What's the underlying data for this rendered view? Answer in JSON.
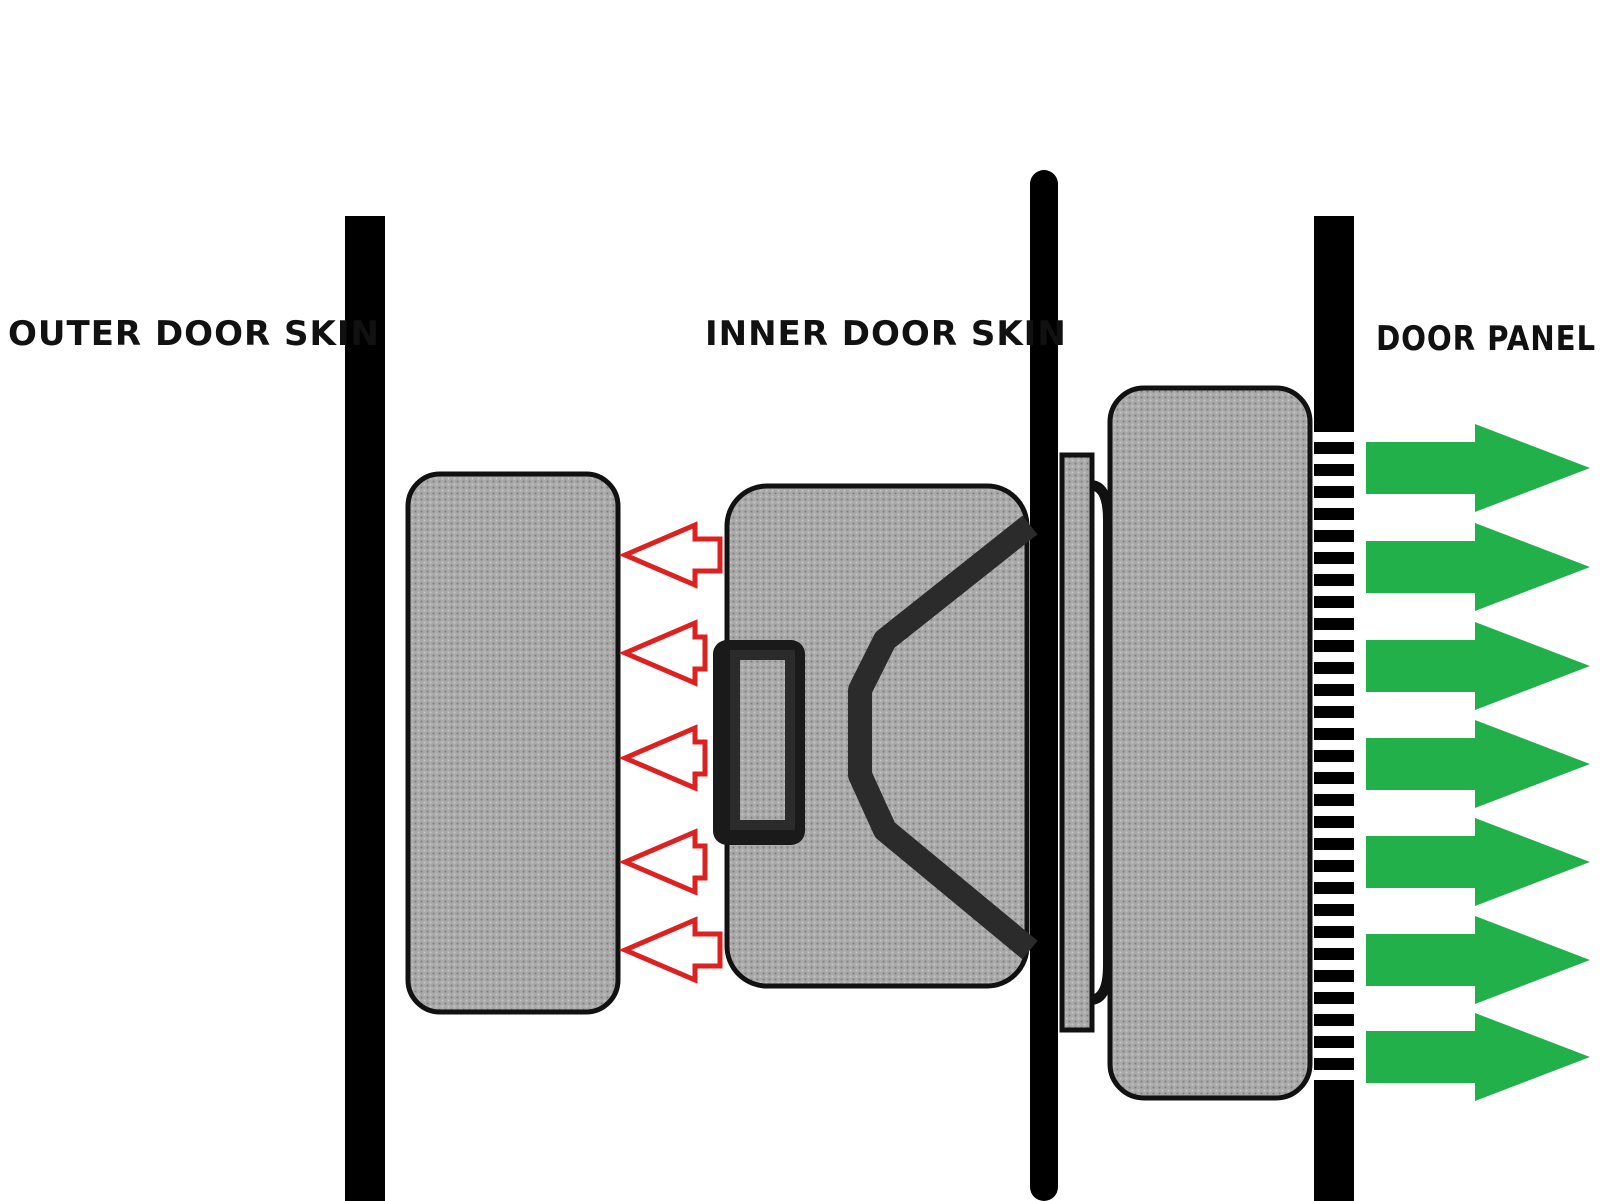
{
  "labels": {
    "outer_door_skin": "OUTER DOOR SKIN",
    "inner_door_skin": "INNER DOOR SKIN",
    "door_panel": "DOOR PANEL"
  },
  "arrows": {
    "reflected_direction": "left",
    "reflected_count": 5,
    "transmitted_direction": "right",
    "transmitted_count": 7
  },
  "colors": {
    "background": "#ffffff",
    "wall": "#000000",
    "pad_fill": "#a9a9a9",
    "pad_stroke": "#111111",
    "speaker_outline": "#2b2b2b",
    "reflected_arrow_stroke": "#dd2020",
    "reflected_arrow_fill": "#ffffff",
    "transmitted_arrow_fill": "#22b04b"
  }
}
